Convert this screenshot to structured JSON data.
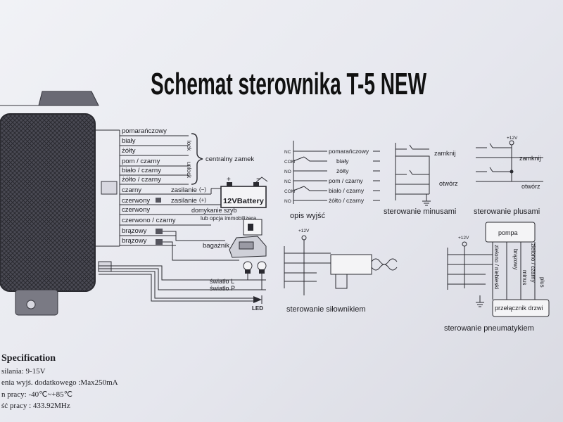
{
  "title": "Schemat sterownika T-5 NEW",
  "main_wires": [
    "pomarańczowy",
    "biały",
    "żółty",
    "pom / czarny",
    "biało / czarny",
    "żółto / czarny"
  ],
  "lock_label": "lock",
  "unlock_label": "unlock",
  "central_lock_label": "centralny zamek",
  "power": {
    "black_wire": "czarny",
    "black_func": "zasilanie",
    "black_sign": "(−)",
    "red_wire": "czerwony",
    "red_func": "zasilanie",
    "red_sign": "(+)",
    "battery": "12VBattery",
    "battery_plus": "+",
    "battery_minus": "−"
  },
  "windows": {
    "wire": "czerwony",
    "func1": "domykanie szyb",
    "func2": "lub opcja immobilizera"
  },
  "extra_wires": [
    "czerwono / czarny",
    "brązowy",
    "brązowy"
  ],
  "trunk_label": "bagażnik",
  "lights": [
    "światło L",
    "światło P"
  ],
  "led_label": "LED",
  "outputs_description": {
    "caption": "opis wyjść",
    "rows": [
      {
        "terminal": "NC",
        "wire": "pomarańczowy"
      },
      {
        "terminal": "COM",
        "wire": "biały"
      },
      {
        "terminal": "NO",
        "wire": "żółty"
      },
      {
        "terminal": "NC",
        "wire": "pom / czarny"
      },
      {
        "terminal": "COM",
        "wire": "biało / czarny"
      },
      {
        "terminal": "NO",
        "wire": "żółto / czarny"
      }
    ]
  },
  "minus_control": {
    "caption": "sterowanie minusami",
    "lock": "zamknij",
    "unlock": "otwórz"
  },
  "plus_control": {
    "caption": "sterowanie plusami",
    "supply": "+12V",
    "lock": "zamknij",
    "unlock": "otwórz"
  },
  "actuator_control": {
    "caption": "sterowanie siłownikiem",
    "supply": "+12V"
  },
  "pneumatic_control": {
    "caption": "sterowanie pneumatykiem",
    "supply": "+12V",
    "pump": "pompa",
    "switch": "przełącznik drzwi",
    "wires": [
      "zielono / niebieski",
      "brązowy",
      "minus",
      "zielono / czarny",
      "plus"
    ]
  },
  "specification": {
    "heading": "Specification",
    "lines": [
      "silania: 9-15V",
      "enia wyjś. dodatkowego :Max250mA",
      "n pracy: -40℃~+85℃",
      "ść pracy : 433.92MHz"
    ]
  },
  "colors": {
    "paper": "#e9eaf0",
    "ink": "#1d1d22",
    "module": "#3b3b44"
  }
}
